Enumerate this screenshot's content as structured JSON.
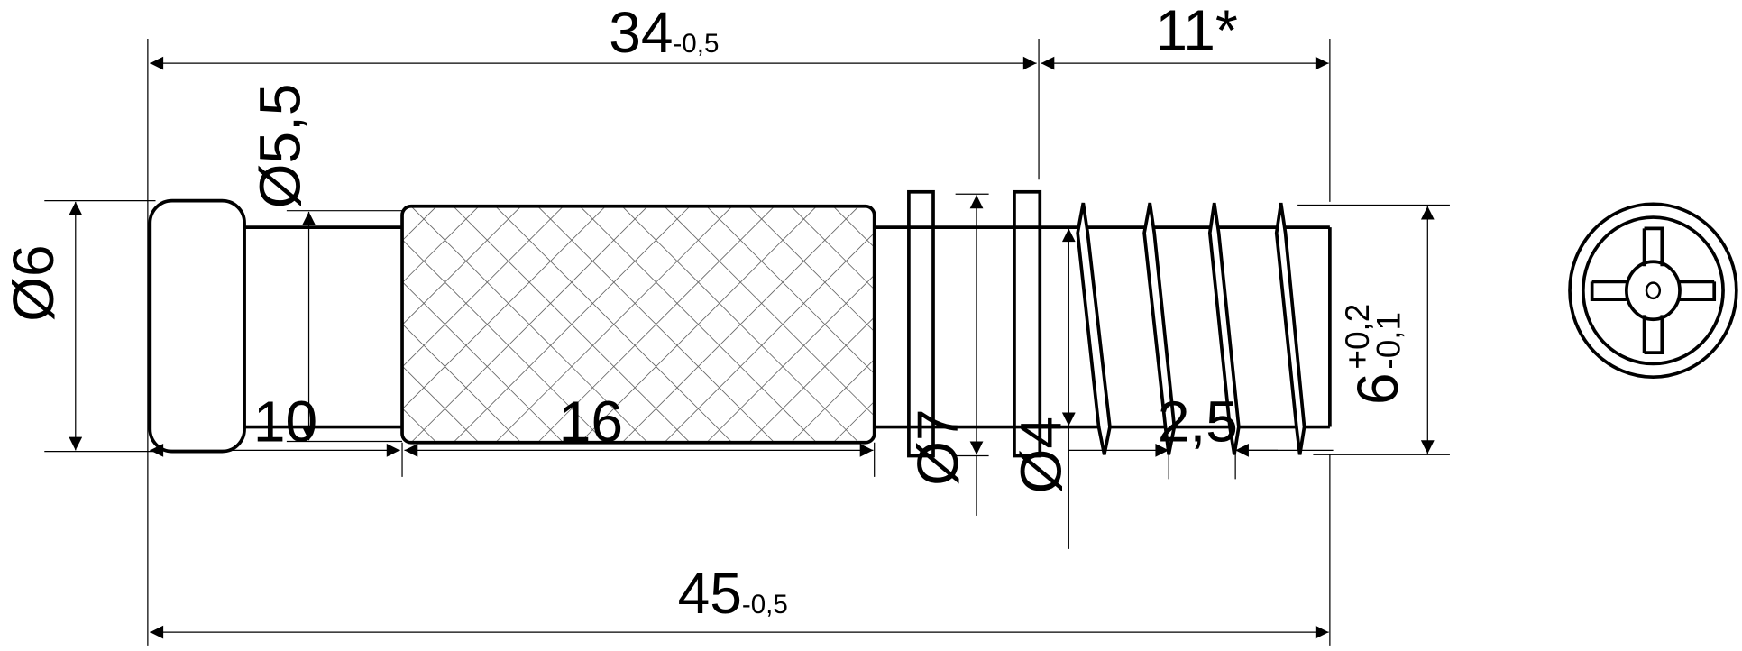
{
  "drawing": {
    "title": "Connector bolt dimension drawing",
    "dimensions": {
      "length_34": {
        "value": "34",
        "tolerance": "-0,5"
      },
      "length_11": {
        "value": "11*"
      },
      "length_45": {
        "value": "45",
        "tolerance": "-0,5"
      },
      "length_10": {
        "value": "10"
      },
      "length_16": {
        "value": "16"
      },
      "pitch": {
        "value": "2,5"
      },
      "dia_head": {
        "value": "Ø6"
      },
      "dia_neck": {
        "value": "Ø5,5"
      },
      "dia_flange": {
        "value": "Ø7"
      },
      "dia_core": {
        "value": "Ø4"
      },
      "dia_thread": {
        "value": "6",
        "tol_upper": "+0,2",
        "tol_lower": "-0,1"
      }
    },
    "colors": {
      "line": "#000000",
      "background": "#ffffff"
    }
  }
}
